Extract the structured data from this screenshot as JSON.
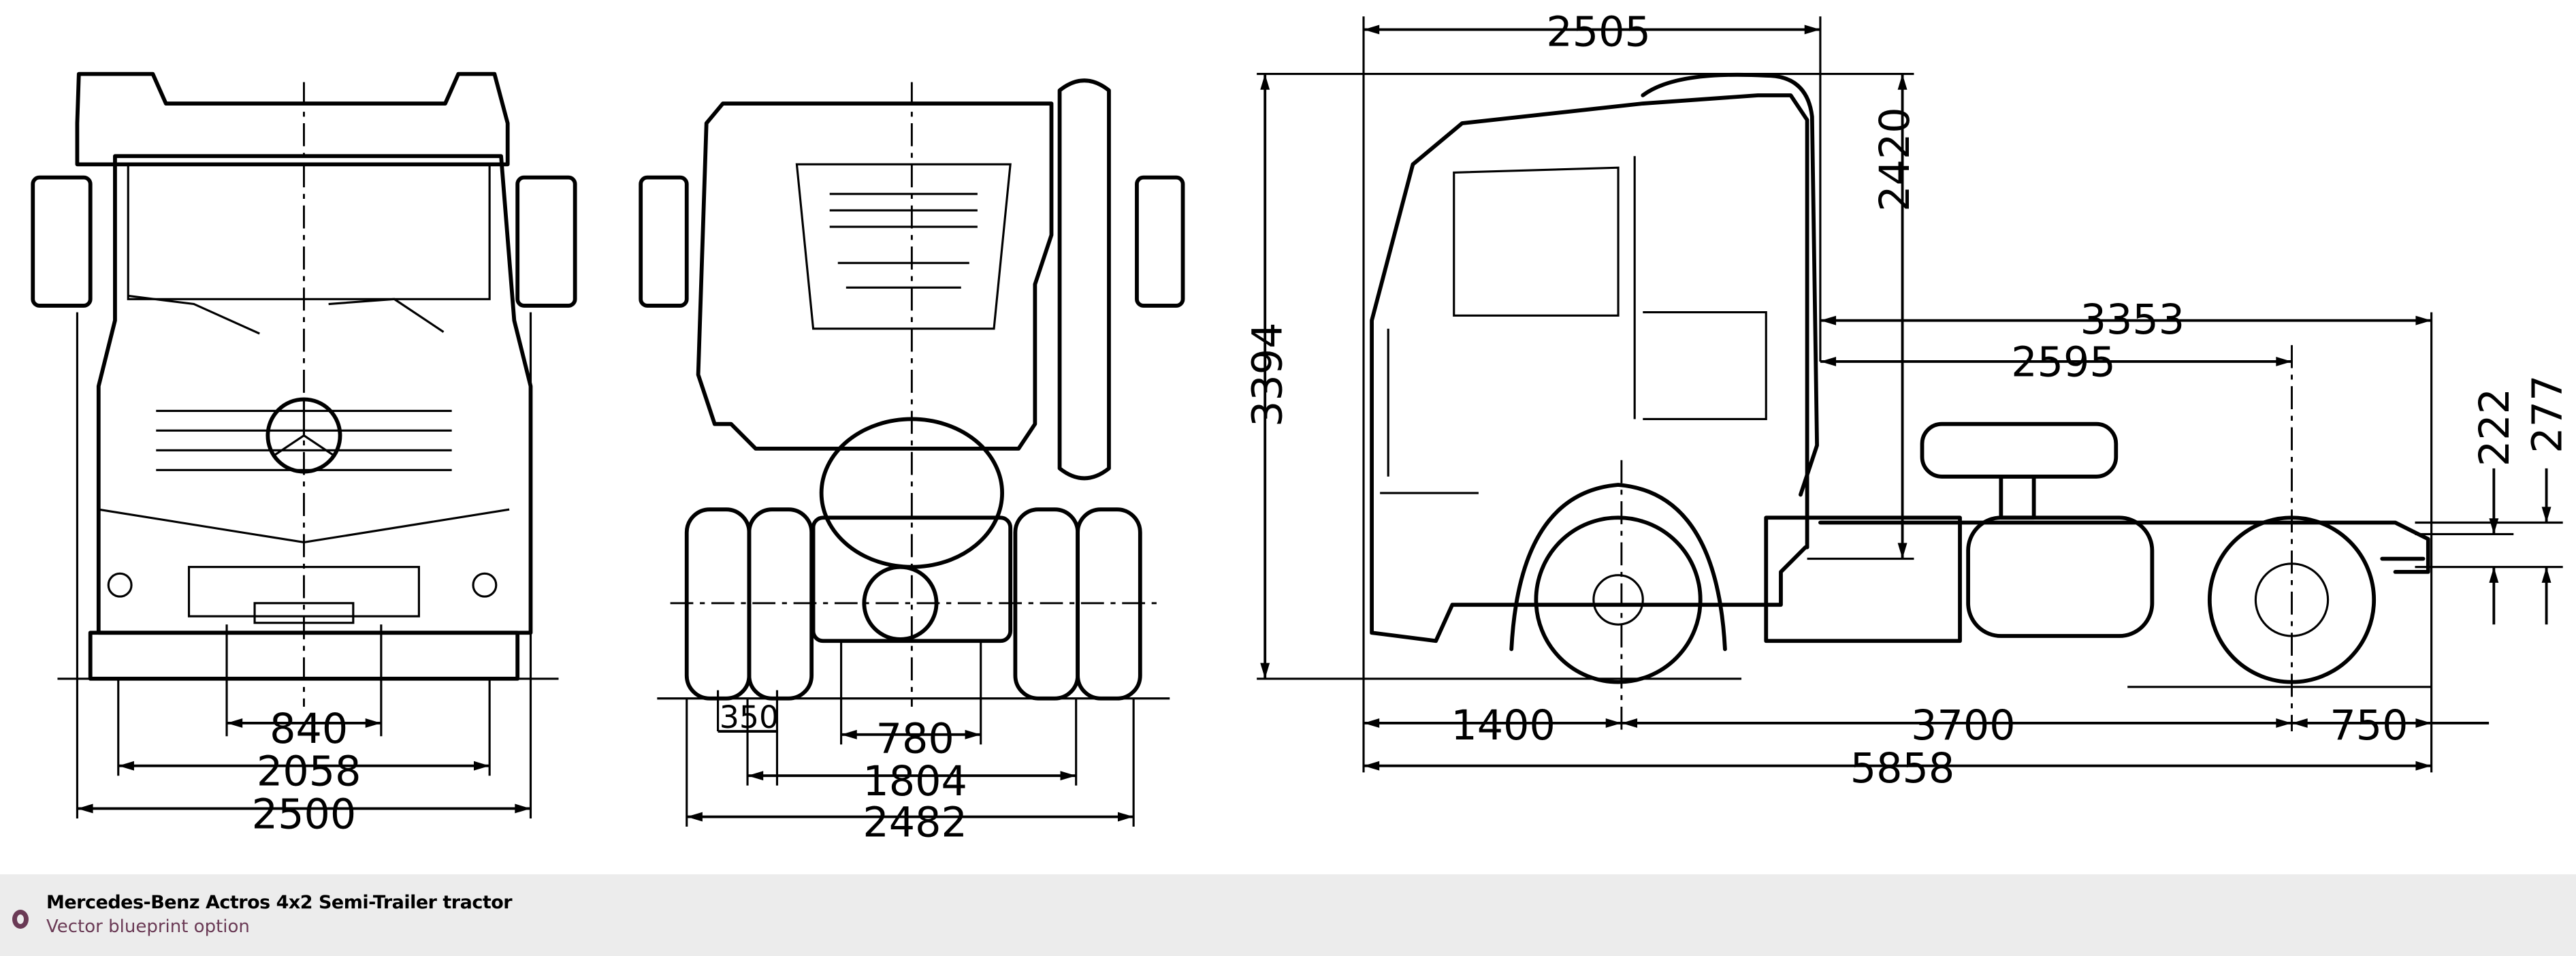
{
  "caption": {
    "title": "Mercedes-Benz Actros 4x2 Semi-Trailer tractor",
    "subtitle": "Vector blueprint option",
    "icon": "ring-icon",
    "accent_color": "#6a3a55"
  },
  "front_view": {
    "dims": {
      "track_inner": "840",
      "track": "2058",
      "width": "2500"
    }
  },
  "rear_view": {
    "dims": {
      "tyre": "350",
      "axle": "780",
      "track": "1804",
      "width": "2482"
    }
  },
  "side_view": {
    "dims": {
      "cab_length": "2505",
      "cab_height": "2420",
      "overall_height": "3394",
      "fifth_wheel_to_rear": "3353",
      "fifth_wheel_to_axle": "2595",
      "frame_height_a": "222",
      "frame_height_b": "277",
      "front_overhang": "1400",
      "wheelbase": "3700",
      "rear_overhang": "750",
      "overall_length": "5858"
    }
  }
}
